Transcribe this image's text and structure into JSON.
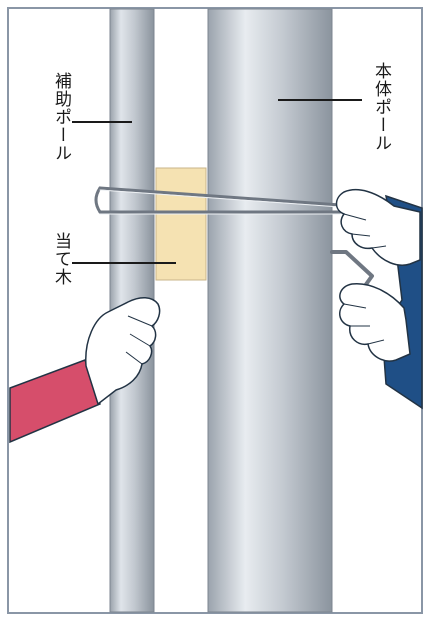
{
  "labels": {
    "auxiliary_pole": "補助ポール",
    "spacer_block": "当て木",
    "main_pole": "本体ポール"
  },
  "colors": {
    "pole_light": "#e6eaee",
    "pole_mid": "#b9c0c8",
    "pole_dark": "#8a939d",
    "spacer_block": "#f5e2b2",
    "left_sleeve": "#d64e6b",
    "right_sleeve": "#1f4f86",
    "glove": "#ffffff",
    "outline": "#223344",
    "frame": "#8a96a6"
  },
  "icons": {
    "left_hand": "gloved-hand-icon",
    "right_upper_hand": "gloved-hand-icon",
    "right_lower_hand": "gloved-hand-icon",
    "wire_loop": "wire-loop-icon",
    "hex_wrench": "hex-wrench-icon"
  }
}
